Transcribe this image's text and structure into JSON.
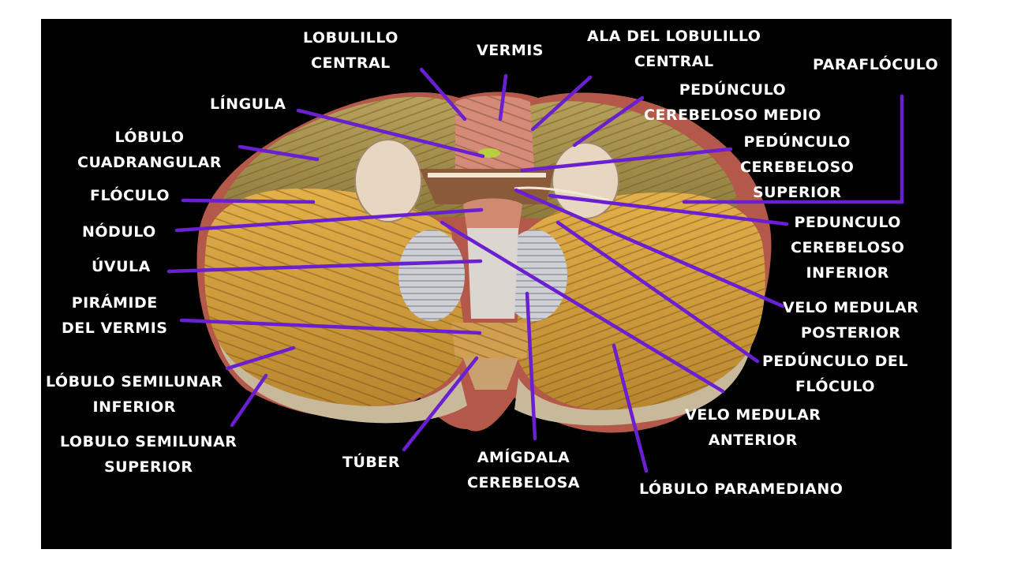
{
  "line_color": "#6a1fd0",
  "background": "#000000",
  "labels": {
    "lobulillo_central": [
      "LOBULILLO",
      "CENTRAL"
    ],
    "vermis": [
      "VERMIS"
    ],
    "ala_lobulillo_central": [
      "ALA DEL LOBULILLO",
      "CENTRAL"
    ],
    "paraflóculo": [
      "PARAFLÓCULO"
    ],
    "lingula": [
      "LÍNGULA"
    ],
    "pedunculo_medio": [
      "PEDÚNCULO",
      "CEREBELOSO MEDIO"
    ],
    "lobulo_cuadrangular": [
      "LÓBULO",
      "CUADRANGULAR"
    ],
    "pedunculo_superior": [
      "PEDÚNCULO",
      "CEREBELOSO",
      "SUPERIOR"
    ],
    "floculo": [
      "FLÓCULO"
    ],
    "nodulo": [
      "NÓDULO"
    ],
    "pedunculo_inferior": [
      "PEDUNCULO",
      "CEREBELOSO",
      "INFERIOR"
    ],
    "uvula": [
      "ÚVULA"
    ],
    "piramide_vermis": [
      "PIRÁMIDE",
      "DEL VERMIS"
    ],
    "velo_posterior": [
      "VELO MEDULAR",
      "POSTERIOR"
    ],
    "pedunculo_floculo": [
      "PEDÚNCULO DEL",
      "FLÓCULO"
    ],
    "semilunar_inferior": [
      "LÓBULO SEMILUNAR",
      "INFERIOR"
    ],
    "velo_anterior": [
      "VELO MEDULAR",
      "ANTERIOR"
    ],
    "semilunar_superior": [
      "LOBULO SEMILUNAR",
      "SUPERIOR"
    ],
    "tuber": [
      "TÚBER"
    ],
    "amigdala": [
      "AMÍGDALA",
      "CEREBELOSA"
    ],
    "paramediano": [
      "LÓBULO PARAMEDIANO"
    ]
  }
}
